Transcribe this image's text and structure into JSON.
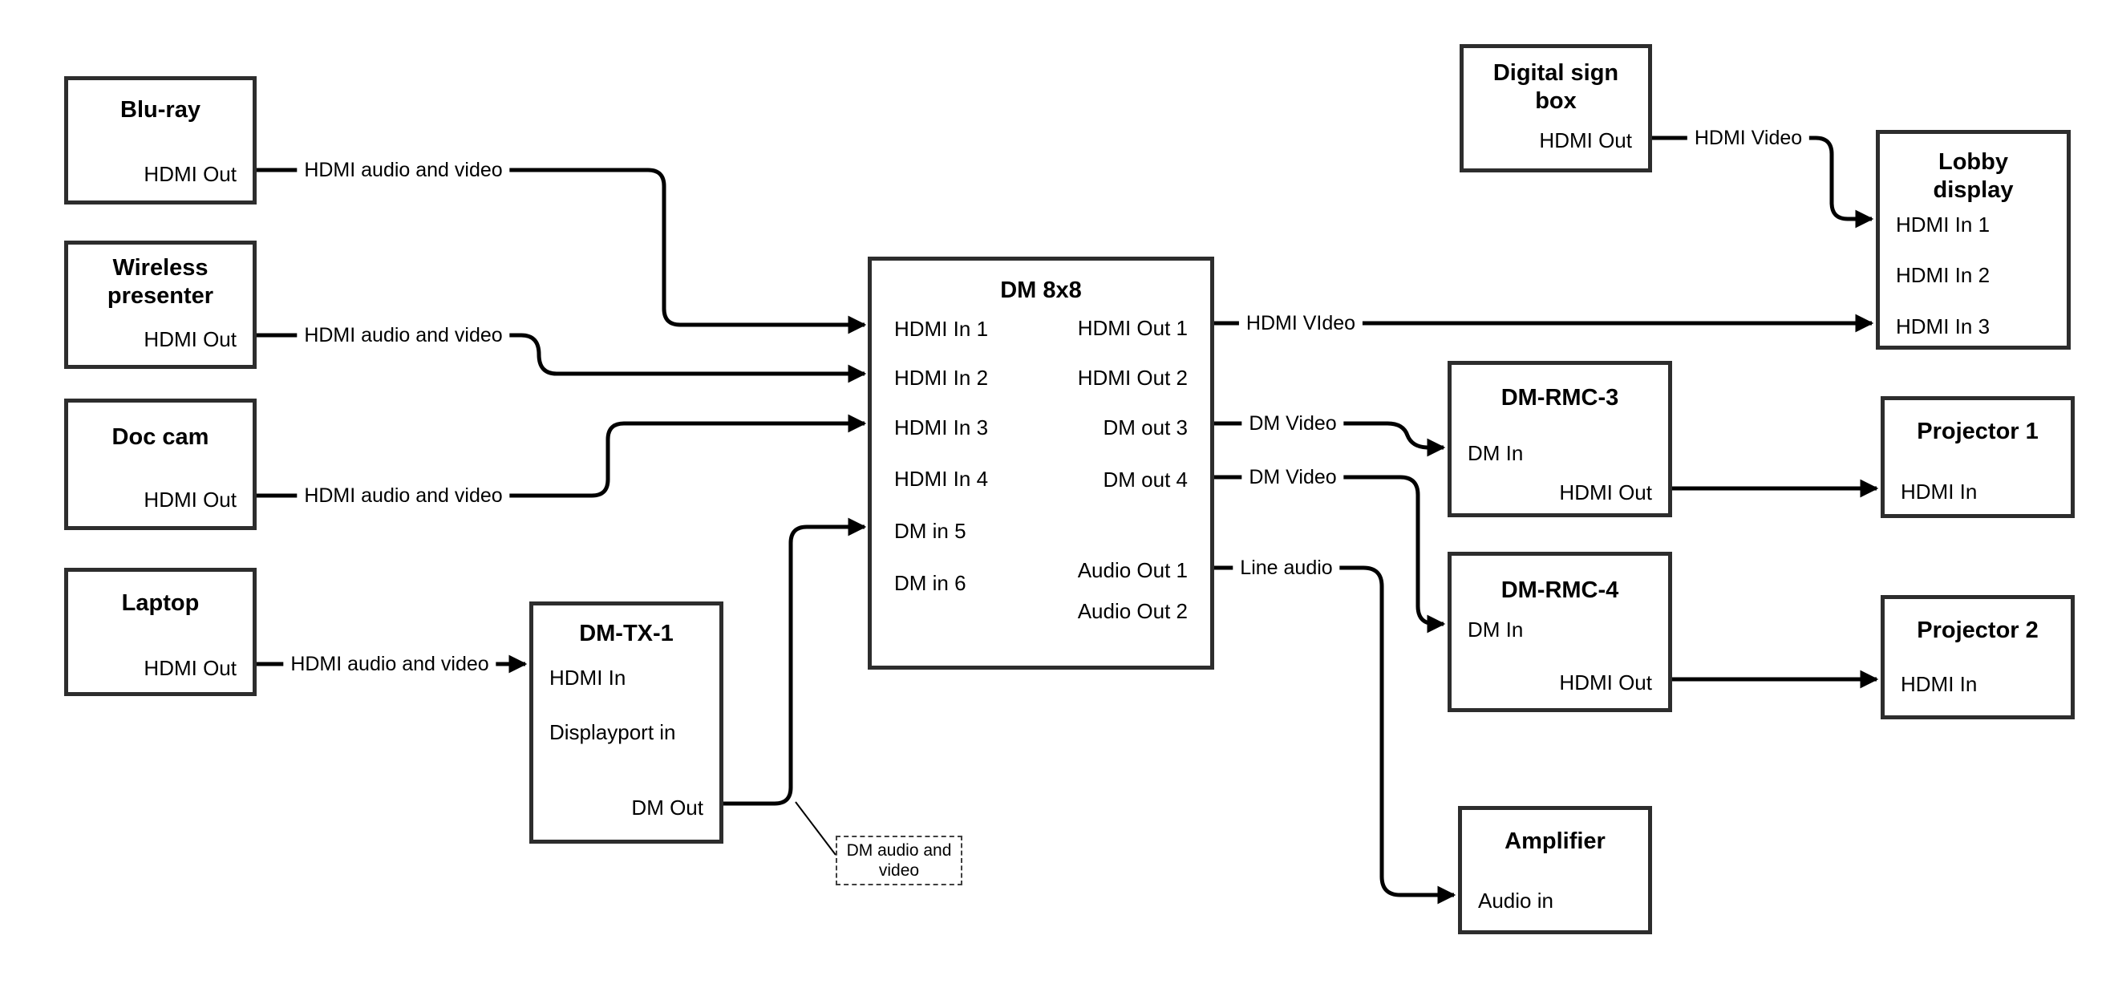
{
  "colors": {
    "wire": "#000000",
    "box_border": "#2d2d2d",
    "background": "#ffffff",
    "text": "#000000"
  },
  "nodes": {
    "blu_ray": {
      "title": "Blu-ray",
      "ports": {
        "hdmi_out": "HDMI Out"
      }
    },
    "wireless_presenter": {
      "title": "Wireless presenter",
      "ports": {
        "hdmi_out": "HDMI Out"
      }
    },
    "doc_cam": {
      "title": "Doc cam",
      "ports": {
        "hdmi_out": "HDMI Out"
      }
    },
    "laptop": {
      "title": "Laptop",
      "ports": {
        "hdmi_out": "HDMI Out"
      }
    },
    "dm_tx_1": {
      "title": "DM-TX-1",
      "ports": {
        "hdmi_in": "HDMI In",
        "displayport_in": "Displayport in",
        "dm_out": "DM Out"
      }
    },
    "dm_8x8": {
      "title": "DM 8x8",
      "ports": {
        "hdmi_in_1": "HDMI In 1",
        "hdmi_in_2": "HDMI In 2",
        "hdmi_in_3": "HDMI In 3",
        "hdmi_in_4": "HDMI In 4",
        "dm_in_5": "DM in 5",
        "dm_in_6": "DM in 6",
        "hdmi_out_1": "HDMI Out 1",
        "hdmi_out_2": "HDMI Out 2",
        "dm_out_3": "DM out 3",
        "dm_out_4": "DM out 4",
        "audio_out_1": "Audio Out 1",
        "audio_out_2": "Audio Out 2"
      }
    },
    "digital_sign_box": {
      "title": "Digital sign box",
      "ports": {
        "hdmi_out": "HDMI Out"
      }
    },
    "lobby_display": {
      "title": "Lobby display",
      "ports": {
        "hdmi_in_1": "HDMI In 1",
        "hdmi_in_2": "HDMI In 2",
        "hdmi_in_3": "HDMI In 3"
      }
    },
    "dm_rmc_3": {
      "title": "DM-RMC-3",
      "ports": {
        "dm_in": "DM In",
        "hdmi_out": "HDMI Out"
      }
    },
    "projector_1": {
      "title": "Projector 1",
      "ports": {
        "hdmi_in": "HDMI In"
      }
    },
    "dm_rmc_4": {
      "title": "DM-RMC-4",
      "ports": {
        "dm_in": "DM In",
        "hdmi_out": "HDMI Out"
      }
    },
    "projector_2": {
      "title": "Projector 2",
      "ports": {
        "hdmi_in": "HDMI In"
      }
    },
    "amplifier": {
      "title": "Amplifier",
      "ports": {
        "audio_in": "Audio in"
      }
    }
  },
  "wire_labels": {
    "blu_ray_to_dm8x8": "HDMI audio and video",
    "wireless_to_dm8x8": "HDMI audio and video",
    "doc_cam_to_dm8x8": "HDMI audio and video",
    "laptop_to_dm_tx_1": "HDMI audio and video",
    "dm8x8_out1_to_lobby": "HDMI VIdeo",
    "dm8x8_out3_to_rmc3": "DM Video",
    "dm8x8_out4_to_rmc4": "DM Video",
    "dm8x8_audio1_to_amp": "Line audio",
    "digital_sign_to_lobby": "HDMI Video"
  },
  "note": {
    "text": "DM audio and video"
  },
  "connections": [
    {
      "from": "Blu-ray HDMI Out",
      "to": "DM 8x8 HDMI In 1",
      "label": "HDMI audio and video"
    },
    {
      "from": "Wireless presenter HDMI Out",
      "to": "DM 8x8 HDMI In 2",
      "label": "HDMI audio and video"
    },
    {
      "from": "Doc cam HDMI Out",
      "to": "DM 8x8 HDMI In 3",
      "label": "HDMI audio and video"
    },
    {
      "from": "Laptop HDMI Out",
      "to": "DM-TX-1 HDMI In",
      "label": "HDMI audio and video"
    },
    {
      "from": "DM-TX-1 DM Out",
      "to": "DM 8x8 DM in 5",
      "label": "DM audio and video"
    },
    {
      "from": "DM 8x8 HDMI Out 1",
      "to": "Lobby display HDMI In 3",
      "label": "HDMI VIdeo"
    },
    {
      "from": "DM 8x8 DM out 3",
      "to": "DM-RMC-3 DM In",
      "label": "DM Video"
    },
    {
      "from": "DM 8x8 DM out 4",
      "to": "DM-RMC-4 DM In",
      "label": "DM Video"
    },
    {
      "from": "DM 8x8 Audio Out 1",
      "to": "Amplifier Audio in",
      "label": "Line audio"
    },
    {
      "from": "Digital sign box HDMI Out",
      "to": "Lobby display HDMI In 1",
      "label": "HDMI Video"
    },
    {
      "from": "DM-RMC-3 HDMI Out",
      "to": "Projector 1 HDMI In",
      "label": ""
    },
    {
      "from": "DM-RMC-4 HDMI Out",
      "to": "Projector 2 HDMI In",
      "label": ""
    }
  ]
}
